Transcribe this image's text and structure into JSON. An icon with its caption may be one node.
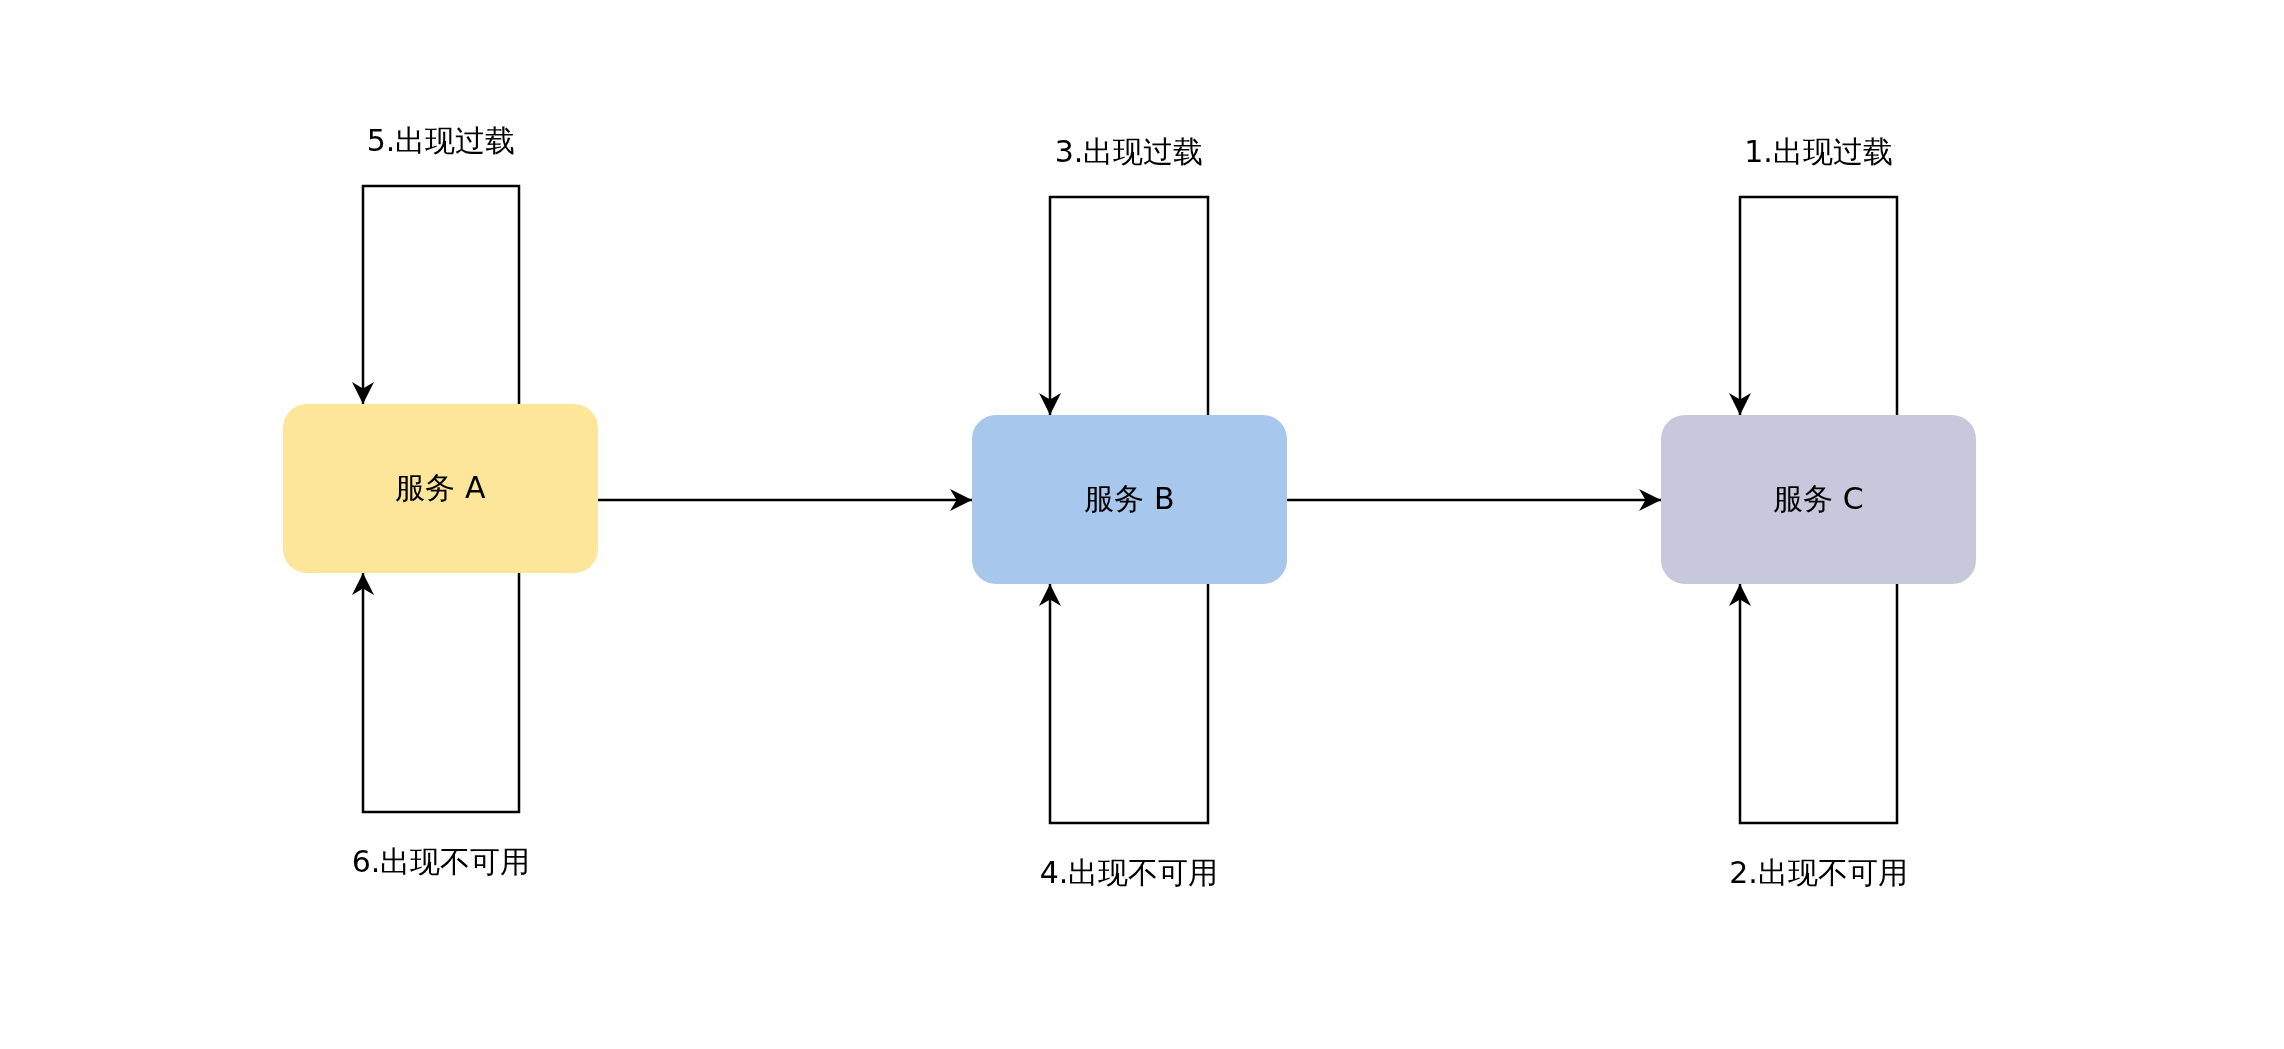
{
  "diagram": {
    "nodes": [
      {
        "text": [
          "服务 A"
        ]
      },
      {
        "text": [
          "服务 B"
        ]
      },
      {
        "text": [
          "服务 C"
        ]
      }
    ],
    "edges": [
      {
        "from": 0,
        "to": 1,
        "arrow": "to"
      },
      {
        "from": 1,
        "to": 2,
        "arrow": "to"
      },
      {
        "from": 0,
        "to": 0,
        "arrow": "to",
        "label": "5.出现过载"
      },
      {
        "from": 0,
        "to": 0,
        "arrow": "to",
        "label": "6.出现不可用"
      },
      {
        "from": 1,
        "to": 1,
        "arrow": "to",
        "label": "3.出现过载"
      },
      {
        "from": 1,
        "to": 1,
        "arrow": "to",
        "label": "4.出现不可用"
      },
      {
        "from": 2,
        "to": 2,
        "arrow": "to",
        "label": "1.出现过载"
      },
      {
        "from": 2,
        "to": 2,
        "arrow": "to",
        "label": "2.出现不可用"
      }
    ]
  }
}
